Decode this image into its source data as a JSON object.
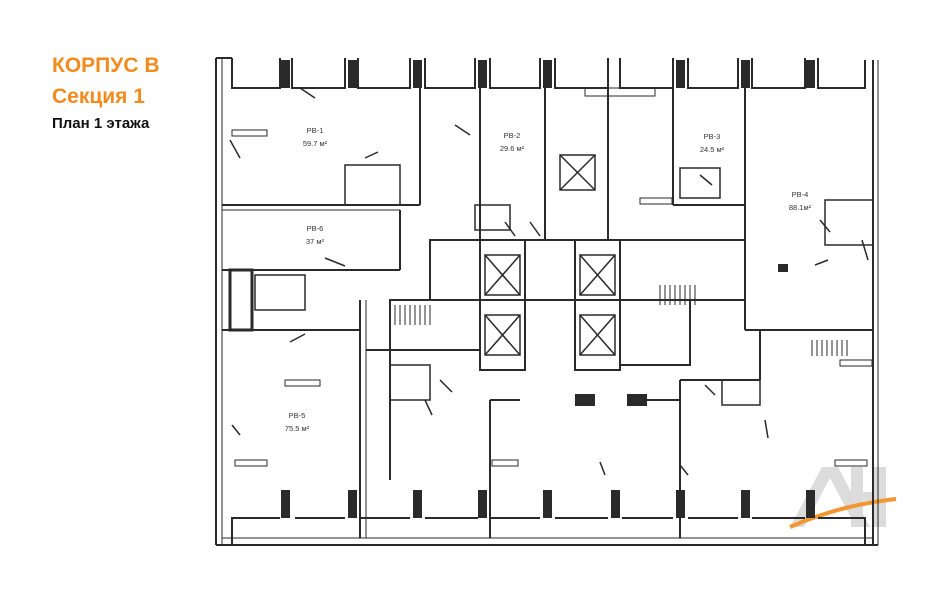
{
  "header": {
    "building": "КОРПУС В",
    "section": "Секция 1",
    "floor_plan": "План 1 этажа"
  },
  "colors": {
    "accent": "#f28b1c",
    "wall": "#2a2a2a",
    "logo": "#d8d8d8"
  },
  "units": [
    {
      "id": "PB-1",
      "area": "59.7 м²"
    },
    {
      "id": "PB-2",
      "area": "29.6 м²"
    },
    {
      "id": "PB-3",
      "area": "24.5 м²"
    },
    {
      "id": "PB-4",
      "area": "88.1м²"
    },
    {
      "id": "PB-5",
      "area": "75.5 м²"
    },
    {
      "id": "PB-6",
      "area": "37 м²"
    }
  ],
  "logo": {
    "text": "AH"
  }
}
